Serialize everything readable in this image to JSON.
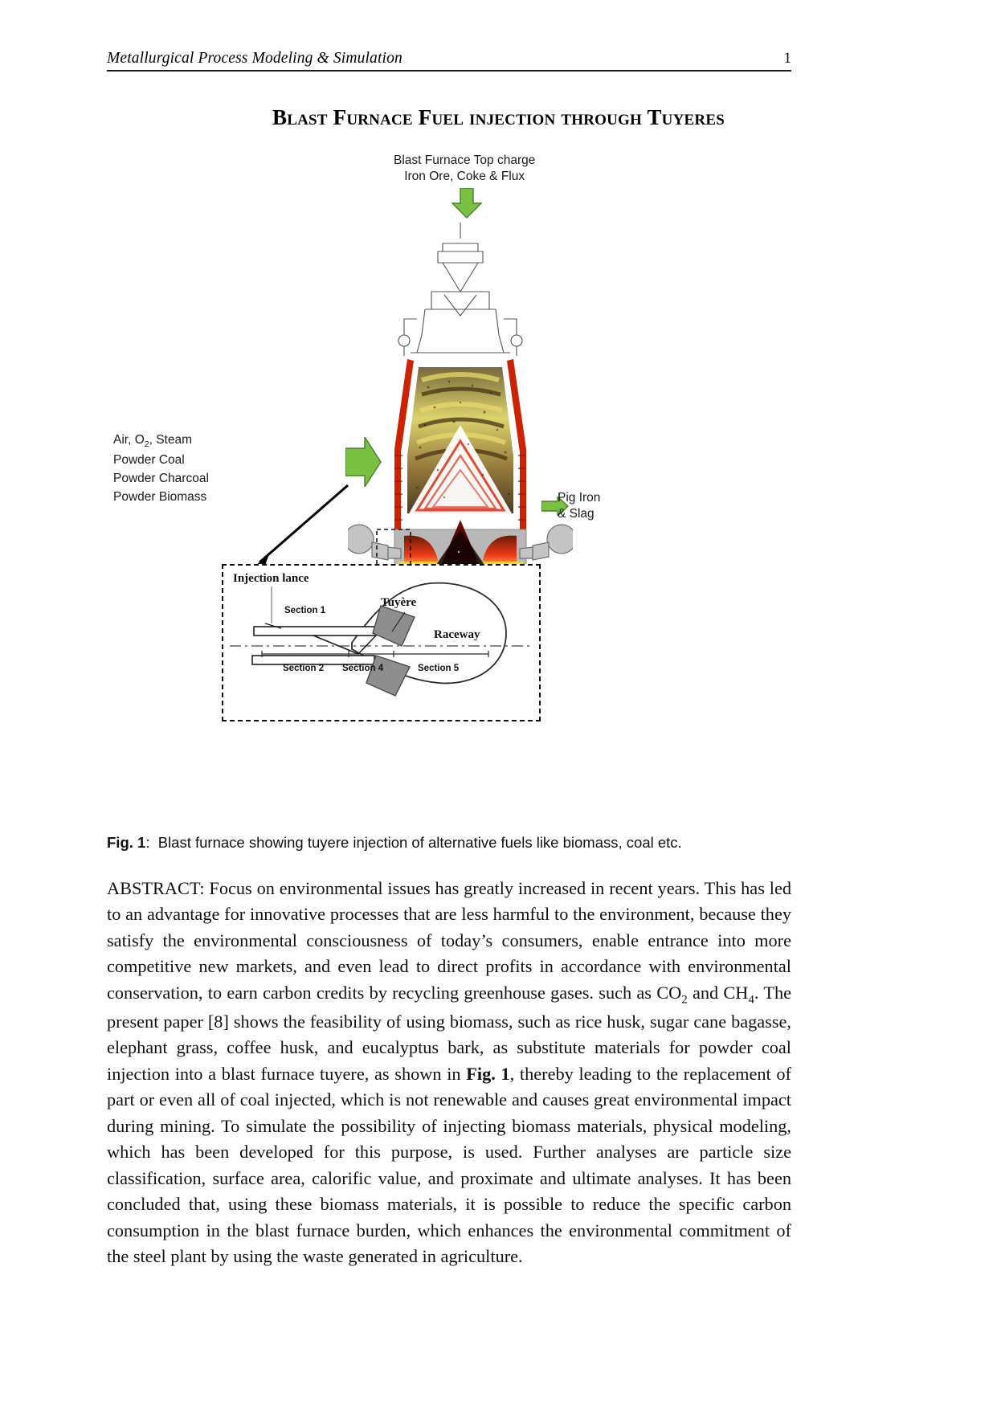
{
  "header": {
    "title": "Metallurgical Process Modeling & Simulation",
    "page_number": "1"
  },
  "document": {
    "title": "Blast Furnace Fuel injection through Tuyeres"
  },
  "figure": {
    "top_charge_line1": "Blast Furnace Top charge",
    "top_charge_line2": "Iron Ore, Coke & Flux",
    "left_feed": {
      "line1_prefix": "Air, O",
      "line1_sub": "2",
      "line1_suffix": ", Steam",
      "line2": "Powder Coal",
      "line3": "Powder Charcoal",
      "line4": "Powder Biomass"
    },
    "right_output": {
      "line1": "Pig Iron",
      "line2": "& Slag"
    },
    "inset": {
      "injection_lance": "Injection lance",
      "tuyere": "Tuyère",
      "raceway": "Raceway",
      "section1": "Section 1",
      "section2": "Section 2",
      "section4": "Section 4",
      "section5": "Section 5"
    },
    "caption": {
      "label": "Fig. 1",
      "separator": ":",
      "text": "Blast furnace showing tuyere injection of alternative fuels like biomass, coal etc."
    },
    "colors": {
      "arrow_green": "#7ac143",
      "shell_red": "#cc2200",
      "hearth_gray": "#b3b3b3",
      "hot_yellow": "#ffe000"
    }
  },
  "abstract": {
    "heading": "ABSTRACT:",
    "para_part1": " Focus on environmental issues has greatly increased in recent years. This has led to an advantage for innovative processes that are less harmful to the environment, because they satisfy the environmental consciousness of today’s consumers, enable entrance into more competitive new markets, and even lead to direct profits in accordance with environmental conservation, to earn carbon credits by recycling greenhouse gases. such as CO",
    "sub1": "2",
    "para_part2": " and CH",
    "sub2": "4",
    "para_part3": ". The present paper [8] shows the feasibility of using biomass, such as rice husk, sugar cane bagasse, elephant grass, coffee husk, and eucalyptus bark, as substitute materials for powder coal injection into a blast furnace tuyere, as shown in ",
    "fig_ref": "Fig. 1",
    "para_part4": ", thereby leading to the replacement of part or even all of coal injected, which is not renewable and causes great environmental impact during mining. To simulate the possibility of injecting biomass materials, physical modeling, which has been developed for this purpose, is used. Further analyses are particle size classification, surface area, calorific value, and proximate and ultimate analyses. It has been concluded that, using these biomass materials, it is possible to reduce the specific carbon consumption in the blast furnace burden, which enhances the environmental commitment of the steel plant by using the waste generated in agriculture."
  }
}
